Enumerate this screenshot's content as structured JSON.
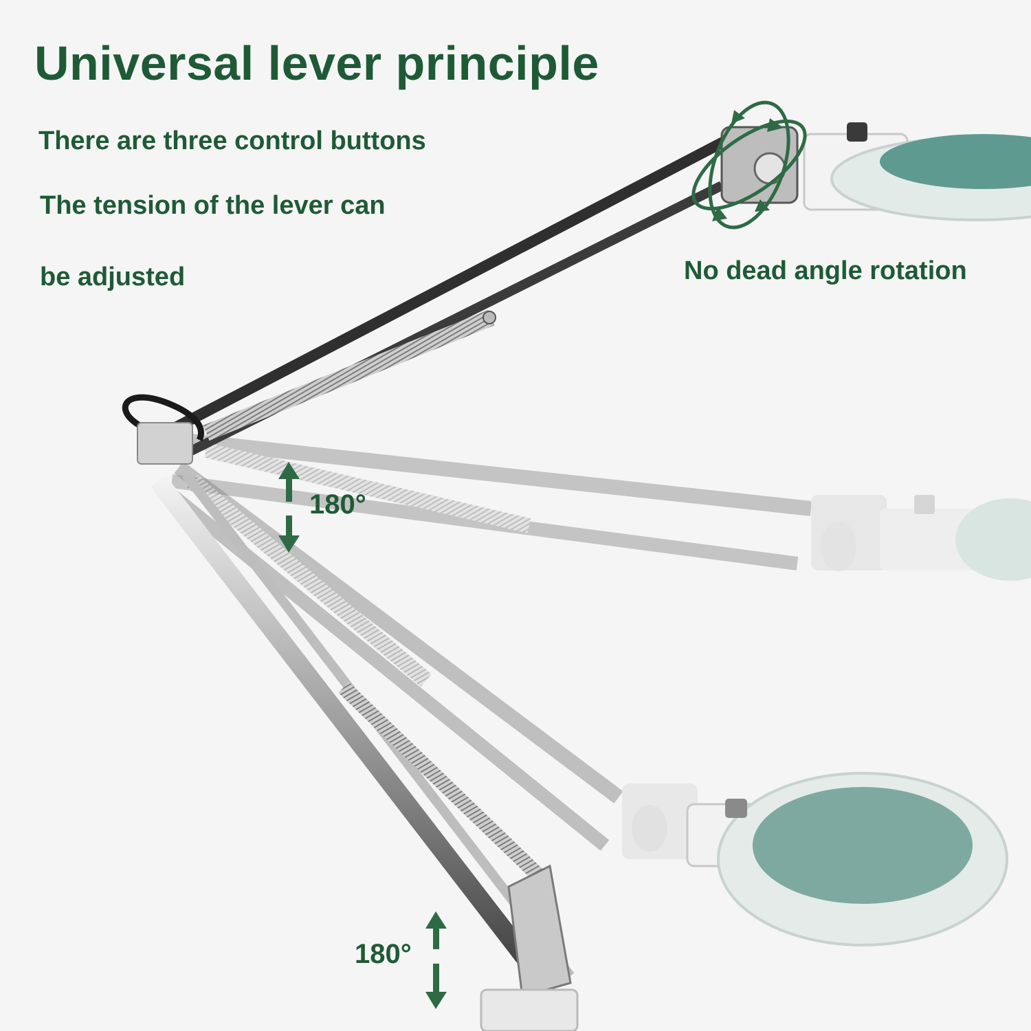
{
  "title": "Universal lever principle",
  "features": [
    "There are three control buttons",
    "The tension of the lever can",
    "be adjusted"
  ],
  "rotation_label": "No dead angle rotation",
  "angle_labels": [
    "180°",
    "180°"
  ],
  "colors": {
    "text_green": "#1f5a36",
    "arrow_green": "#2e6b45",
    "background": "#f4f5f4",
    "lens_teal": "#5f9a90"
  }
}
